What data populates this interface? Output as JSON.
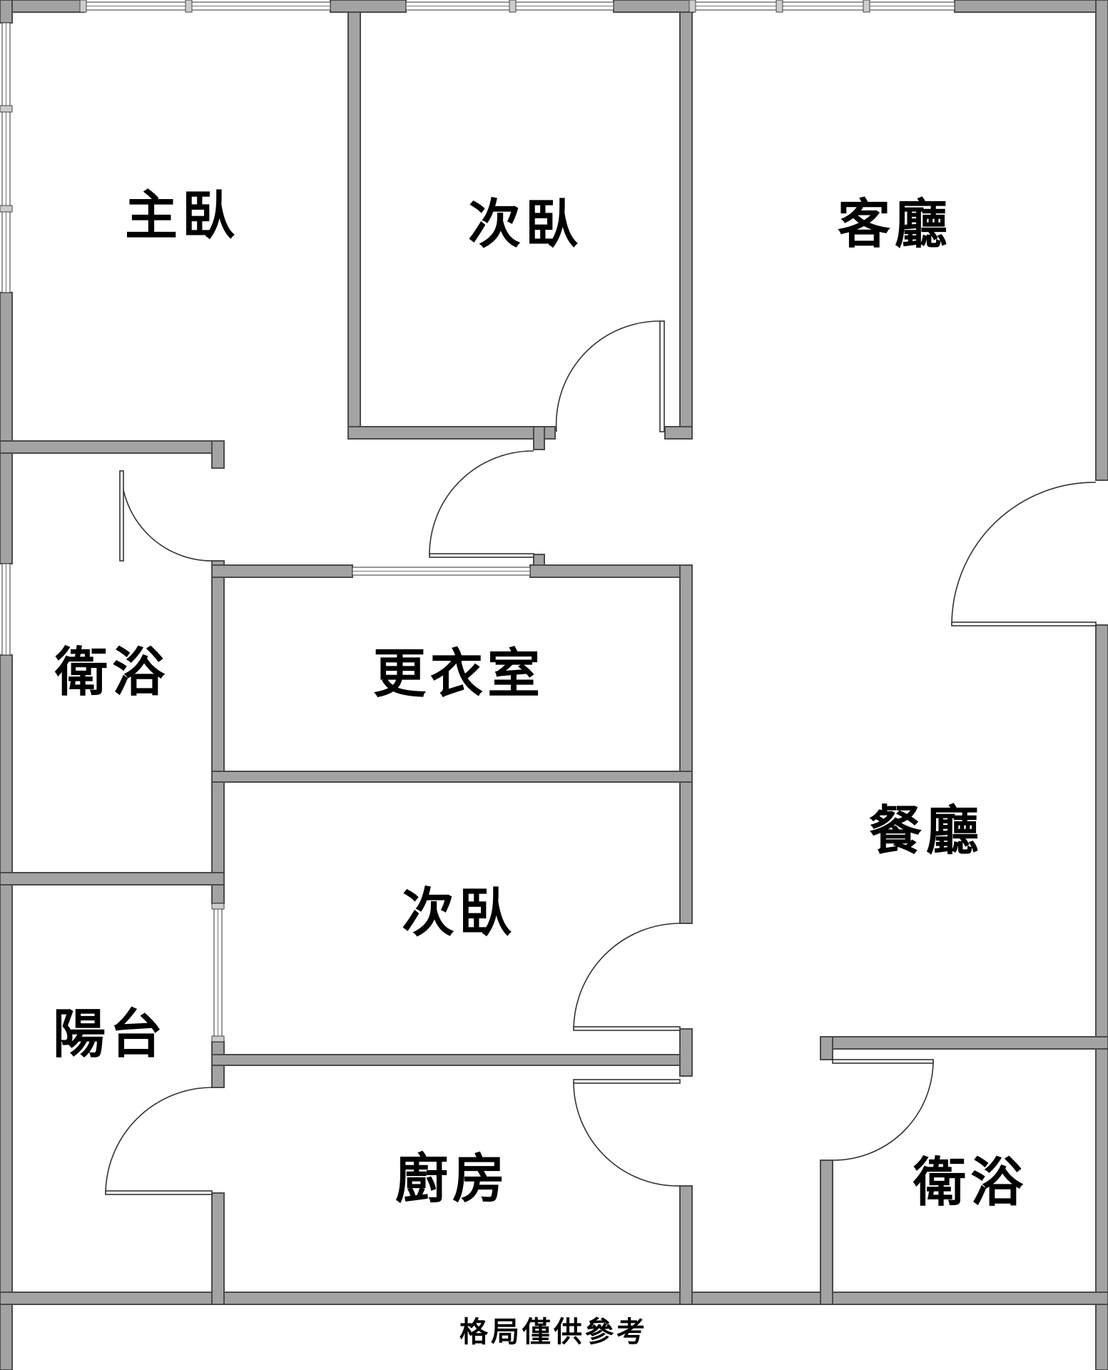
{
  "rooms": {
    "master_bedroom": "主臥",
    "second_bedroom_top": "次臥",
    "living_room": "客廳",
    "bathroom_left": "衛浴",
    "walk_in_closet": "更衣室",
    "dining_room": "餐廳",
    "second_bedroom_middle": "次臥",
    "balcony": "陽台",
    "kitchen": "廚房",
    "bathroom_right": "衛浴"
  },
  "caption": "格局僅供參考"
}
